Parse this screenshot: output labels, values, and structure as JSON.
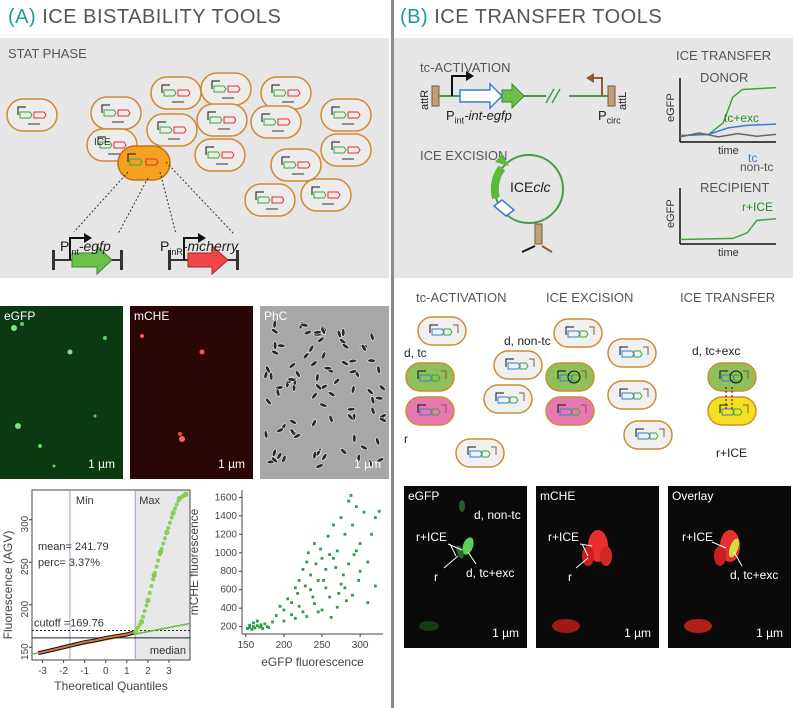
{
  "titleA": {
    "tag": "(A)",
    "text": "ICE BISTABILITY TOOLS"
  },
  "titleB": {
    "tag": "(B)",
    "text": "ICE TRANSFER TOOLS"
  },
  "panelA": {
    "stat_phase": "STAT PHASE",
    "ice_label": "ICE",
    "pint_label": "P",
    "pint_sub": "int",
    "pint_suffix": "-egfp",
    "pinr_label": "P",
    "pinr_sub": "inR",
    "pinr_suffix": "-mcherry"
  },
  "micrographsA": [
    {
      "label": "eGFP",
      "scale": "1 µm"
    },
    {
      "label": "mCHE",
      "scale": "1 µm"
    },
    {
      "label": "PhC",
      "scale": "1 µm"
    }
  ],
  "qqplot": {
    "ylabel": "Fluorescence (AGV)",
    "xlabel": "Theoretical Quantiles",
    "min_label": "Min",
    "max_label": "Max",
    "mean_text": "mean= 241.79",
    "perc_text": "perc= 3.37%",
    "cutoff_text": "cutoff =169.76",
    "median_text": "median",
    "yticks": [
      "150",
      "200",
      "250",
      "300"
    ],
    "xticks": [
      "-3",
      "-2",
      "-1",
      "0",
      "1",
      "2",
      "3"
    ]
  },
  "scatter": {
    "xlabel": "eGFP fluorescence",
    "ylabel": "mCHE fluorescence",
    "xticks": [
      "150",
      "200",
      "250",
      "300"
    ],
    "yticks": [
      "200",
      "400",
      "600",
      "800",
      "1000",
      "1200",
      "1400",
      "1600"
    ]
  },
  "chart_data": [
    {
      "type": "scatter",
      "name_hint": "qq",
      "xlabel": "Theoretical Quantiles",
      "ylabel": "Fluorescence (AGV)",
      "xlim": [
        -3.5,
        4
      ],
      "ylim": [
        135,
        335
      ],
      "cutoff": 169.76,
      "mean": 241.79,
      "perc": "3.37%",
      "min_q": -1.7,
      "max_q": 1.4,
      "curve": [
        [
          -3.2,
          143
        ],
        [
          -2.5,
          147
        ],
        [
          -2,
          150
        ],
        [
          -1.5,
          153
        ],
        [
          -1,
          156
        ],
        [
          -0.5,
          158
        ],
        [
          0,
          161
        ],
        [
          0.5,
          163
        ],
        [
          1,
          165
        ],
        [
          1.4,
          168
        ],
        [
          1.7,
          180
        ],
        [
          2,
          205
        ],
        [
          2.3,
          235
        ],
        [
          2.6,
          262
        ],
        [
          2.9,
          285
        ],
        [
          3.2,
          308
        ],
        [
          3.5,
          325
        ],
        [
          3.8,
          330
        ]
      ],
      "fitline": [
        [
          -3.5,
          142
        ],
        [
          4,
          178
        ]
      ]
    },
    {
      "type": "scatter",
      "name_hint": "egfp_vs_mche",
      "xlabel": "eGFP fluorescence",
      "ylabel": "mCHE fluorescence",
      "xlim": [
        145,
        330
      ],
      "ylim": [
        120,
        1680
      ],
      "points": [
        [
          152,
          180
        ],
        [
          155,
          190
        ],
        [
          158,
          170
        ],
        [
          160,
          200
        ],
        [
          162,
          185
        ],
        [
          165,
          210
        ],
        [
          168,
          195
        ],
        [
          170,
          220
        ],
        [
          172,
          180
        ],
        [
          175,
          230
        ],
        [
          178,
          200
        ],
        [
          180,
          190
        ],
        [
          165,
          260
        ],
        [
          160,
          240
        ],
        [
          155,
          215
        ],
        [
          170,
          205
        ],
        [
          185,
          250
        ],
        [
          190,
          320
        ],
        [
          195,
          420
        ],
        [
          200,
          380
        ],
        [
          205,
          500
        ],
        [
          210,
          460
        ],
        [
          215,
          620
        ],
        [
          218,
          560
        ],
        [
          220,
          700
        ],
        [
          225,
          820
        ],
        [
          228,
          640
        ],
        [
          230,
          900
        ],
        [
          232,
          1000
        ],
        [
          235,
          760
        ],
        [
          238,
          520
        ],
        [
          240,
          1100
        ],
        [
          242,
          880
        ],
        [
          245,
          360
        ],
        [
          248,
          1040
        ],
        [
          250,
          940
        ],
        [
          252,
          700
        ],
        [
          255,
          620
        ],
        [
          258,
          1180
        ],
        [
          260,
          980
        ],
        [
          262,
          300
        ],
        [
          265,
          1300
        ],
        [
          268,
          840
        ],
        [
          270,
          1020
        ],
        [
          272,
          560
        ],
        [
          275,
          1380
        ],
        [
          278,
          760
        ],
        [
          280,
          1200
        ],
        [
          282,
          480
        ],
        [
          285,
          1560
        ],
        [
          288,
          1620
        ],
        [
          290,
          1300
        ],
        [
          292,
          980
        ],
        [
          295,
          1500
        ],
        [
          298,
          700
        ],
        [
          300,
          1100
        ],
        [
          305,
          1440
        ],
        [
          310,
          900
        ],
        [
          315,
          1200
        ],
        [
          320,
          1380
        ],
        [
          325,
          1450
        ],
        [
          200,
          260
        ],
        [
          210,
          330
        ],
        [
          220,
          420
        ],
        [
          230,
          310
        ],
        [
          240,
          450
        ],
        [
          250,
          380
        ],
        [
          260,
          520
        ],
        [
          270,
          410
        ],
        [
          280,
          620
        ],
        [
          290,
          540
        ],
        [
          300,
          800
        ],
        [
          310,
          460
        ],
        [
          320,
          640
        ],
        [
          215,
          290
        ],
        [
          225,
          360
        ],
        [
          235,
          600
        ],
        [
          245,
          700
        ],
        [
          255,
          820
        ],
        [
          265,
          940
        ],
        [
          275,
          660
        ],
        [
          285,
          880
        ],
        [
          295,
          1020
        ]
      ]
    },
    {
      "type": "line",
      "name_hint": "donor",
      "xlabel": "time",
      "ylabel": "eGFP",
      "series": [
        {
          "name": "tc+exc",
          "points": [
            [
              0,
              0.1
            ],
            [
              0.3,
              0.12
            ],
            [
              0.45,
              0.3
            ],
            [
              0.55,
              0.7
            ],
            [
              0.65,
              0.82
            ],
            [
              1,
              0.85
            ]
          ]
        },
        {
          "name": "tc",
          "points": [
            [
              0,
              0.1
            ],
            [
              0.3,
              0.12
            ],
            [
              0.5,
              0.22
            ],
            [
              0.7,
              0.26
            ],
            [
              1,
              0.28
            ]
          ]
        },
        {
          "name": "non-tc",
          "points": [
            [
              0,
              0.08
            ],
            [
              0.2,
              0.14
            ],
            [
              0.4,
              0.08
            ],
            [
              0.6,
              0.13
            ],
            [
              0.8,
              0.09
            ],
            [
              1,
              0.12
            ]
          ]
        }
      ]
    },
    {
      "type": "line",
      "name_hint": "recipient",
      "xlabel": "time",
      "ylabel": "eGFP",
      "series": [
        {
          "name": "r+ICE",
          "points": [
            [
              0,
              0.08
            ],
            [
              0.55,
              0.1
            ],
            [
              0.7,
              0.2
            ],
            [
              0.8,
              0.42
            ],
            [
              1,
              0.45
            ]
          ]
        }
      ]
    }
  ],
  "panelB": {
    "tc_activation": "tc-ACTIVATION",
    "ice_excision": "ICE EXCISION",
    "ice_transfer": "ICE TRANSFER",
    "donor": "DONOR",
    "recipient": "RECIPIENT",
    "attr": "attR",
    "attl": "attL",
    "pint_label": "P",
    "pint_sub": "int",
    "pint_suffix": "-int-egfp",
    "pcirc_label": "P",
    "pcirc_sub": "circ",
    "iceclc_a": "ICE",
    "iceclc_b": "clc",
    "egfp_axis": "eGFP",
    "time_axis": "time",
    "tcexc": "tc+exc",
    "tc": "tc",
    "nontc": "non-tc",
    "rice": "r+ICE"
  },
  "cartoonB": {
    "h1": "tc-ACTIVATION",
    "h2": "ICE EXCISION",
    "h3": "ICE TRANSFER",
    "d_nontc": "d, non-tc",
    "d_tc": "d, tc",
    "r": "r",
    "d_tcexc": "d, tc+exc",
    "rice": "r+ICE"
  },
  "micrographsB": [
    {
      "label": "eGFP",
      "scale": "1 µm",
      "ann": [
        "d, non-tc",
        "r+ICE",
        "r",
        "d, tc+exc"
      ]
    },
    {
      "label": "mCHE",
      "scale": "1 µm",
      "ann": [
        "r+ICE",
        "r"
      ]
    },
    {
      "label": "Overlay",
      "scale": "1 µm",
      "ann": [
        "r+ICE",
        "d, tc+exc"
      ]
    }
  ],
  "colors": {
    "teal": "#1b9a9a",
    "green": "#3aa83a",
    "orange": "#e0a030",
    "red": "#e53030",
    "blue": "#3a7ccf",
    "gray_panel": "#e6e6e6"
  }
}
